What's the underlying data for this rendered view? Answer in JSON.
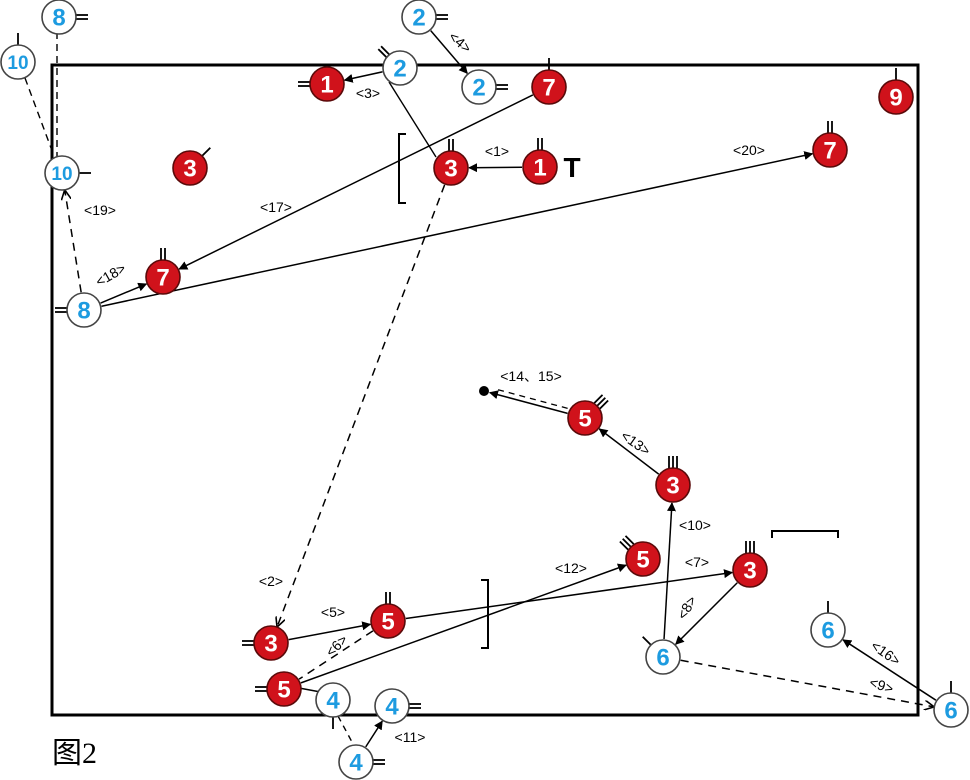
{
  "caption": "图2",
  "colors": {
    "red_fill": "#d0121b",
    "blue_text": "#1d9be0",
    "line": "#000000"
  },
  "players": [
    {
      "id": "r1a",
      "label": "1",
      "team": "red",
      "tick": "double-left"
    },
    {
      "id": "r1b",
      "label": "1",
      "team": "red",
      "tick": "double-up",
      "suffix": "T"
    },
    {
      "id": "r3a",
      "label": "3",
      "team": "red",
      "tick": "double-up"
    },
    {
      "id": "r3b",
      "label": "3",
      "team": "red",
      "tick": "single-ne"
    },
    {
      "id": "r3c",
      "label": "3",
      "team": "red",
      "tick": "double-left"
    },
    {
      "id": "r3d",
      "label": "3",
      "team": "red",
      "tick": "triple-up"
    },
    {
      "id": "r3e",
      "label": "3",
      "team": "red",
      "tick": "triple-up"
    },
    {
      "id": "r5a",
      "label": "5",
      "team": "red",
      "tick": "double-up"
    },
    {
      "id": "r5b",
      "label": "5",
      "team": "red",
      "tick": "double-left"
    },
    {
      "id": "r5c",
      "label": "5",
      "team": "red",
      "tick": "triple-nw"
    },
    {
      "id": "r5d",
      "label": "5",
      "team": "red",
      "tick": "triple-ne"
    },
    {
      "id": "r7a",
      "label": "7",
      "team": "red",
      "tick": "single-up"
    },
    {
      "id": "r7b",
      "label": "7",
      "team": "red",
      "tick": "double-up"
    },
    {
      "id": "r7c",
      "label": "7",
      "team": "red",
      "tick": "double-up"
    },
    {
      "id": "r9",
      "label": "9",
      "team": "red",
      "tick": "single-up"
    },
    {
      "id": "b2a",
      "label": "2",
      "team": "blue",
      "tick": "double-right"
    },
    {
      "id": "b2b",
      "label": "2",
      "team": "blue",
      "tick": "double-nw"
    },
    {
      "id": "b2c",
      "label": "2",
      "team": "blue",
      "tick": "double-right"
    },
    {
      "id": "b4a",
      "label": "4",
      "team": "blue",
      "tick": "single-down"
    },
    {
      "id": "b4b",
      "label": "4",
      "team": "blue",
      "tick": "double-right"
    },
    {
      "id": "b4c",
      "label": "4",
      "team": "blue",
      "tick": "double-right"
    },
    {
      "id": "b6a",
      "label": "6",
      "team": "blue",
      "tick": "single-nw"
    },
    {
      "id": "b6b",
      "label": "6",
      "team": "blue",
      "tick": "single-up"
    },
    {
      "id": "b6c",
      "label": "6",
      "team": "blue",
      "tick": "single-up"
    },
    {
      "id": "b8a",
      "label": "8",
      "team": "blue",
      "tick": "double-right"
    },
    {
      "id": "b8b",
      "label": "8",
      "team": "blue",
      "tick": "double-left"
    },
    {
      "id": "b10a",
      "label": "10",
      "team": "blue",
      "tick": "single-up"
    },
    {
      "id": "b10b",
      "label": "10",
      "team": "blue",
      "tick": "single-right"
    }
  ],
  "moves": [
    {
      "id": "m1",
      "label": "<1>",
      "from": "r1b",
      "to": "r3a",
      "style": "solid",
      "arrow": true
    },
    {
      "id": "m2",
      "label": "<2>",
      "from": "r3a",
      "to": "r3c",
      "style": "dashed",
      "arrow": true
    },
    {
      "id": "m3",
      "label": "<3>",
      "from": "b2b",
      "to": "r1a",
      "style": "solid",
      "arrow": true
    },
    {
      "id": "m4",
      "label": "<4>",
      "from": "b2a",
      "to": "b2c",
      "style": "solid",
      "arrow": true
    },
    {
      "id": "m5",
      "label": "<5>",
      "from": "r3c",
      "to": "r5a",
      "style": "solid",
      "arrow": true
    },
    {
      "id": "m6",
      "label": "<6>",
      "from": "r5a",
      "to": "r5b",
      "style": "dashed",
      "arrow": false
    },
    {
      "id": "m7",
      "label": "<7>",
      "from": "r5a",
      "to": "r3d",
      "style": "solid",
      "arrow": true
    },
    {
      "id": "m8",
      "label": "<8>",
      "from": "r3d",
      "to": "b6a",
      "style": "solid",
      "arrow": true
    },
    {
      "id": "m9",
      "label": "<9>",
      "from": "b6a",
      "to": "b6c",
      "style": "dashed",
      "arrow": true
    },
    {
      "id": "m10",
      "label": "<10>",
      "from": "b6a",
      "to": "r3e",
      "style": "solid",
      "arrow": true
    },
    {
      "id": "m11",
      "label": "<11>",
      "from": "b4c",
      "to": "b4b",
      "style": "solid",
      "arrow": true
    },
    {
      "id": "m12",
      "label": "<12>",
      "from": "r5b",
      "to": "r5c",
      "style": "solid",
      "arrow": true
    },
    {
      "id": "m13",
      "label": "<13>",
      "from": "r3e",
      "to": "r5d",
      "style": "solid",
      "arrow": true
    },
    {
      "id": "m14",
      "label": "<14、15>",
      "from": "r5d",
      "to": "ball",
      "style": "mixed",
      "arrow": true
    },
    {
      "id": "m16",
      "label": "<16>",
      "from": "b6c",
      "to": "b6b",
      "style": "solid",
      "arrow": true
    },
    {
      "id": "m17",
      "label": "<17>",
      "from": "r7a",
      "to": "r7b",
      "style": "solid",
      "arrow": true
    },
    {
      "id": "m18",
      "label": "<18>",
      "from": "b8b",
      "to": "r7b",
      "style": "solid",
      "arrow": true
    },
    {
      "id": "m19",
      "label": "<19>",
      "from": "b8b",
      "to": "b10b",
      "style": "dashed",
      "arrow": true
    },
    {
      "id": "m20",
      "label": "<20>",
      "from": "b8b",
      "to": "r7c",
      "style": "solid",
      "arrow": true
    }
  ]
}
